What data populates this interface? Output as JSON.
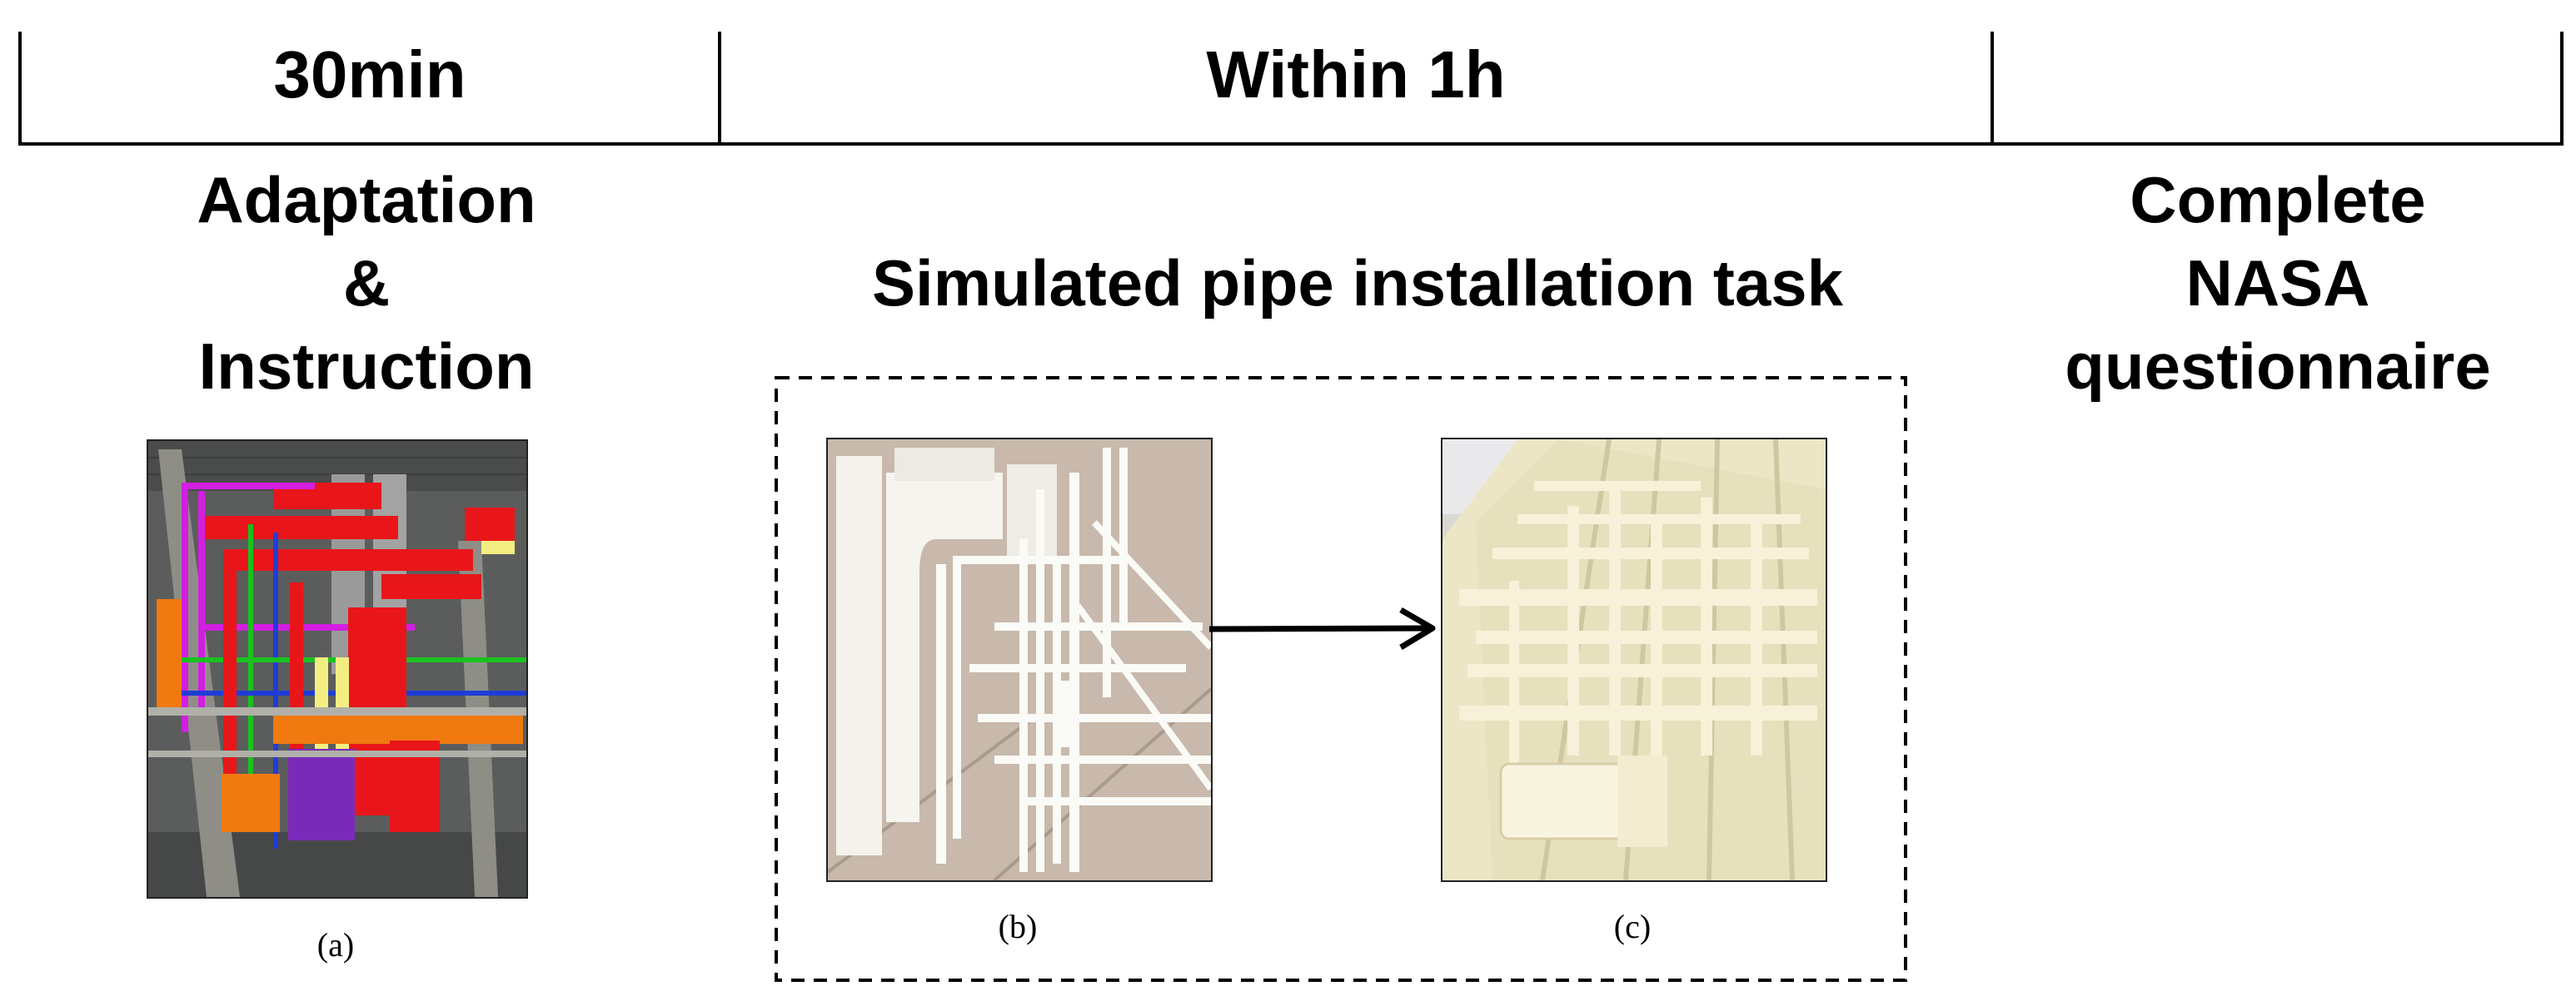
{
  "timeline": {
    "segments": [
      {
        "label": "30min"
      },
      {
        "label": "Within 1h"
      },
      {
        "label": ""
      }
    ]
  },
  "phases": {
    "adaptation": {
      "lines": [
        "Adaptation",
        "&",
        "Instruction"
      ]
    },
    "task": {
      "title": "Simulated pipe installation task"
    },
    "questionnaire": {
      "lines": [
        "Complete",
        "NASA",
        "questionnaire"
      ]
    }
  },
  "figures": {
    "a": {
      "caption": "(a)"
    },
    "b": {
      "caption": "(b)"
    },
    "c": {
      "caption": "(c)"
    }
  },
  "colors": {
    "pipe_red": "#e8161a",
    "pipe_magenta": "#d21fe0",
    "pipe_orange": "#f07a10",
    "pipe_purple": "#7a2ab8",
    "pipe_yellow": "#f3ee82",
    "pipe_green": "#18c21e",
    "model_white": "#f2f1ea",
    "model_cream": "#ece6c6"
  }
}
